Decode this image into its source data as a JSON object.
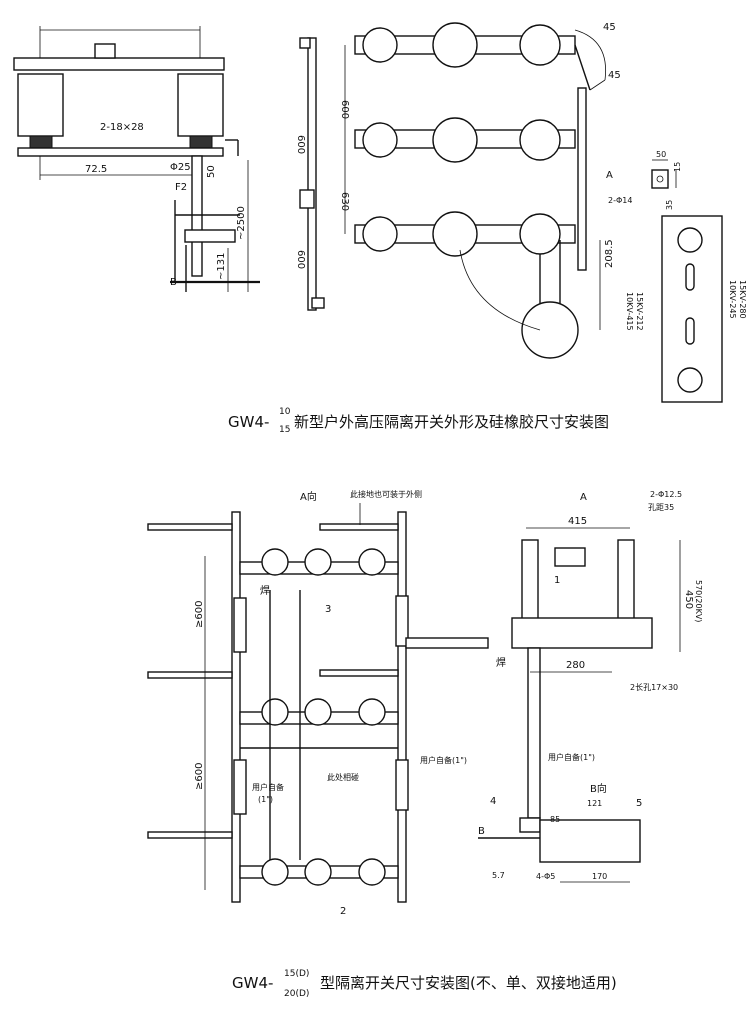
{
  "top": {
    "caption": {
      "prefix": "GW4-",
      "sup": "10",
      "sub": "15",
      "rest": "新型户外高压隔离开关外形及硅橡胶尺寸安装图"
    },
    "left_view": {
      "hole_label": "2-18×28",
      "dim_72_5": "72.5",
      "dim_phi25": "Φ25",
      "dim_50": "50",
      "label_f2": "F2",
      "dim_2500": "~2500",
      "dim_131": "~131",
      "label_b": "B"
    },
    "rod_view": {
      "dim_600_a": "600",
      "dim_600_b": "600"
    },
    "plan_view": {
      "dim_45_a": "45",
      "dim_45_b": "45",
      "dim_600": "600",
      "dim_630": "630",
      "label_a": "A",
      "hole_label": "2-Φ14",
      "dim_208_5": "208.5",
      "dim_10kv": "10KV-415",
      "dim_15kv": "15KV-212"
    },
    "plate_view": {
      "dim_50": "50",
      "dim_15": "15",
      "dim_35": "35",
      "dim_10kv": "10KV-245",
      "dim_15kv": "15KV-280"
    }
  },
  "bottom": {
    "caption": {
      "prefix": "GW4-",
      "sup": "15(D)",
      "sub": "20(D)",
      "rest": "型隔离开关尺寸安装图(不、单、双接地适用)"
    },
    "plan_view": {
      "a_dir": "A向",
      "earth_note": "此接地也可装于外侧",
      "weld_1": "焊",
      "dim_600_a": "≥600",
      "dim_600_b": "≥600",
      "label_3": "3",
      "connect_note": "此处相碰",
      "user_prepare": "用户自备",
      "user_prepare_spec": "(1\")",
      "user_prepare_r": "用户自备(1\")",
      "label_2": "2"
    },
    "side_view": {
      "label_a": "A",
      "dim_415": "415",
      "hole_label": "2-Φ12.5",
      "hole_pitch": "孔距35",
      "label_1": "1",
      "dim_450": "450",
      "dim_570": "570(20KV)",
      "dim_280": "280",
      "weld": "焊",
      "slot_label": "2长孔17×30",
      "user_prepare": "用户自备(1\")",
      "label_4": "4",
      "label_b": "B",
      "b_dir": "B向",
      "dim_121": "121",
      "label_5": "5",
      "dim_85": "85",
      "dim_5_7": "5.7",
      "hole_4": "4-Φ5",
      "dim_170": "170"
    }
  }
}
